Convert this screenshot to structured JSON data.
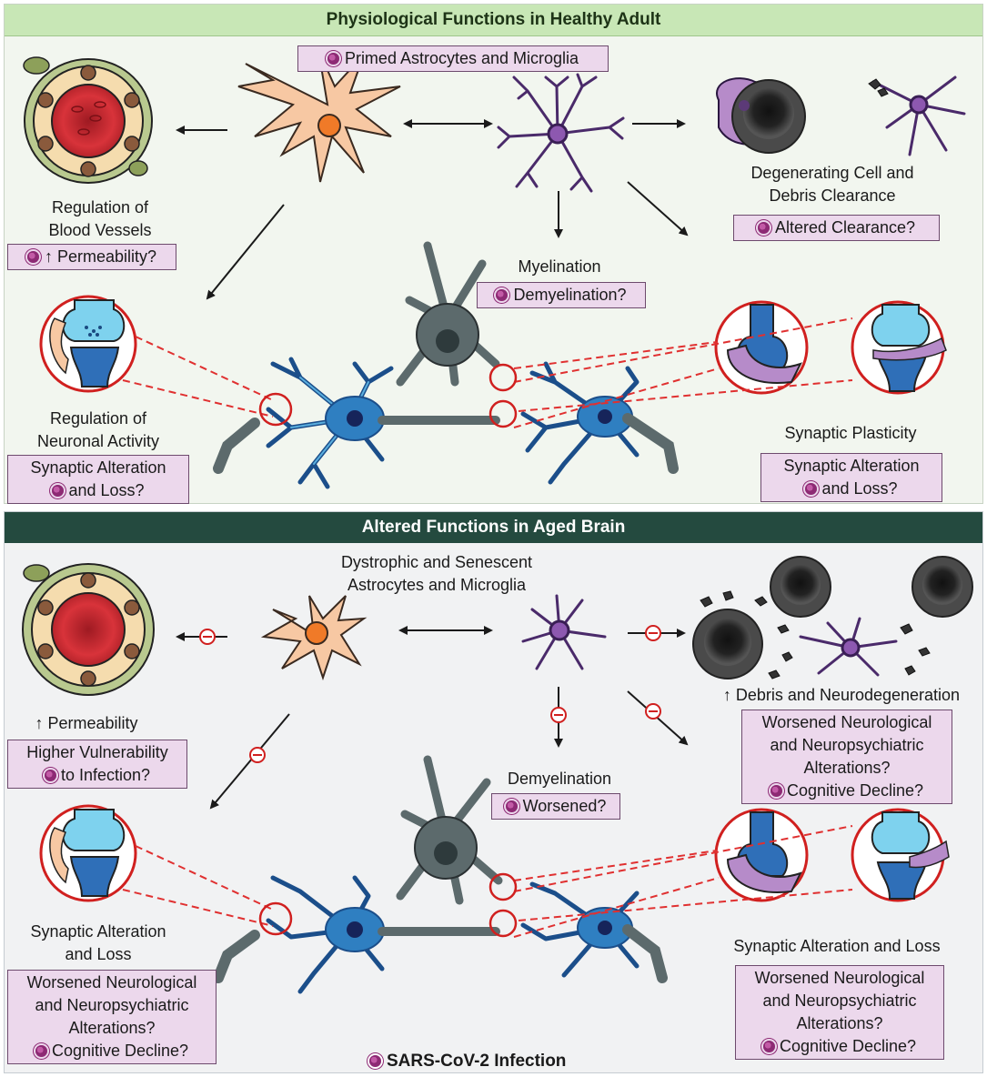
{
  "top": {
    "banner": "Physiological Functions in Healthy Adult",
    "primed": "Primed Astrocytes and Microglia",
    "degenerating_l1": "Degenerating Cell and",
    "degenerating_l2": "Debris Clearance",
    "altered_clearance": "Altered Clearance?",
    "regulation_bv_l1": "Regulation of",
    "regulation_bv_l2": "Blood Vessels",
    "permeability_q": "↑ Permeability?",
    "myelination": "Myelination",
    "demyelination_q": "Demyelination?",
    "regulation_na_l1": "Regulation of",
    "regulation_na_l2": "Neuronal Activity",
    "syn_alt_l1": "Synaptic Alteration",
    "syn_alt_l2": "and Loss?",
    "synaptic_plasticity": "Synaptic Plasticity",
    "syn_alt_r_l1": "Synaptic Alteration",
    "syn_alt_r_l2": "and Loss?"
  },
  "bottom": {
    "banner": "Altered Functions in Aged Brain",
    "dystrophic_l1": "Dystrophic and Senescent",
    "dystrophic_l2": "Astrocytes and Microglia",
    "permeability": "↑ Permeability",
    "higher_vuln_l1": "Higher Vulnerability",
    "higher_vuln_l2": "to Infection?",
    "debris": "↑ Debris and Neurodegeneration",
    "worsened_r_l1": "Worsened Neurological",
    "worsened_r_l2": "and Neuropsychiatric",
    "worsened_r_l3": "Alterations?",
    "worsened_r_l4": "Cognitive Decline?",
    "demyelination": "Demyelination",
    "worsened_q": "Worsened?",
    "syn_alt_loss_l1": "Synaptic Alteration",
    "syn_alt_loss_l2": "and Loss",
    "syn_alt_loss_r": "Synaptic Alteration and Loss",
    "worsened_l_l1": "Worsened Neurological",
    "worsened_l_l2": "and Neuropsychiatric",
    "worsened_l_l3": "Alterations?",
    "worsened_l_l4": "Cognitive Decline?",
    "worsened_rb_l1": "Worsened Neurological",
    "worsened_rb_l2": "and Neuropsychiatric",
    "worsened_rb_l3": "Alterations?",
    "worsened_rb_l4": "Cognitive Decline?"
  },
  "legend": {
    "label": "SARS-CoV-2 Infection",
    "icon": "virus-icon"
  },
  "colors": {
    "astrocyte": "#f7c8a3",
    "astrocyte_nucleus": "#f07a28",
    "microglia": "#6a3f8a",
    "neuron": "#2f7fc1",
    "neuron_dark": "#1b4e8a",
    "oligodendrocyte": "#5c6a6c",
    "vessel": "#c8242b",
    "highlight_box": "#ecd8ec",
    "dashed": "#e03030"
  }
}
